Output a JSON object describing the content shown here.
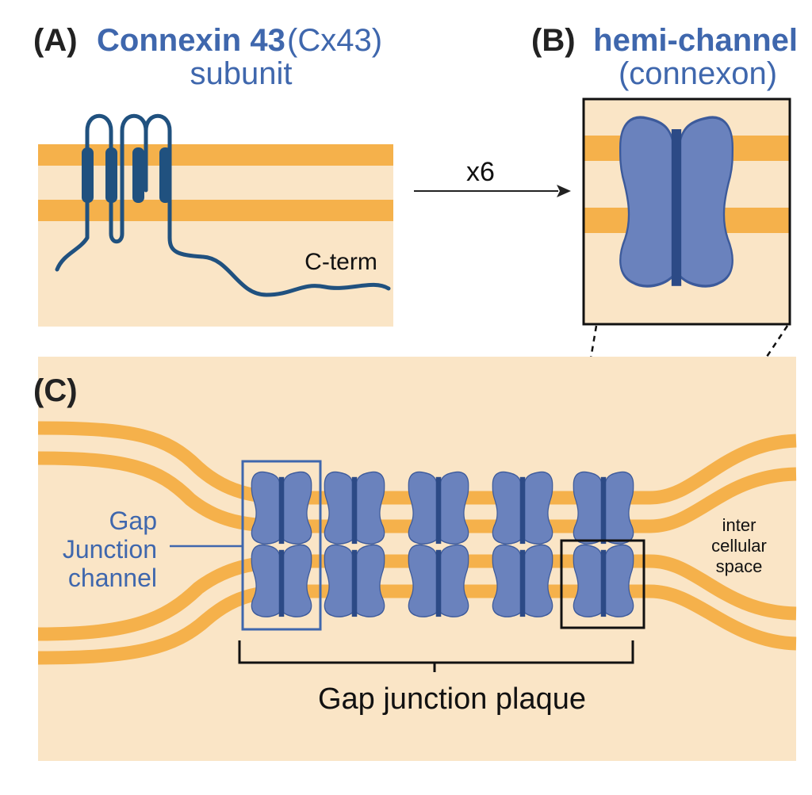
{
  "panel_a": {
    "letter": "(A)",
    "title_bold": "Connexin 43",
    "title_paren": "(Cx43)",
    "title_line2": "subunit",
    "cterm_label": "C-term"
  },
  "arrow": {
    "label": "x6"
  },
  "panel_b": {
    "letter": "(B)",
    "title_line1": "hemi-channel",
    "title_line2": "(connexon)"
  },
  "panel_c": {
    "letter": "(C)",
    "gap_junction_channel_lines": [
      "Gap",
      "Junction",
      "channel"
    ],
    "intercellular_lines": [
      "inter",
      "cellular",
      "space"
    ],
    "plaque_label": "Gap junction plaque"
  },
  "colors": {
    "membrane_bg": "#fae5c6",
    "membrane_band": "#f5b14b",
    "protein_fill": "#6a82bd",
    "protein_dark": "#2c4a86",
    "protein_edge": "#3c5a9b",
    "title_blue": "#3f67ad",
    "helix_blue": "#20517f"
  }
}
